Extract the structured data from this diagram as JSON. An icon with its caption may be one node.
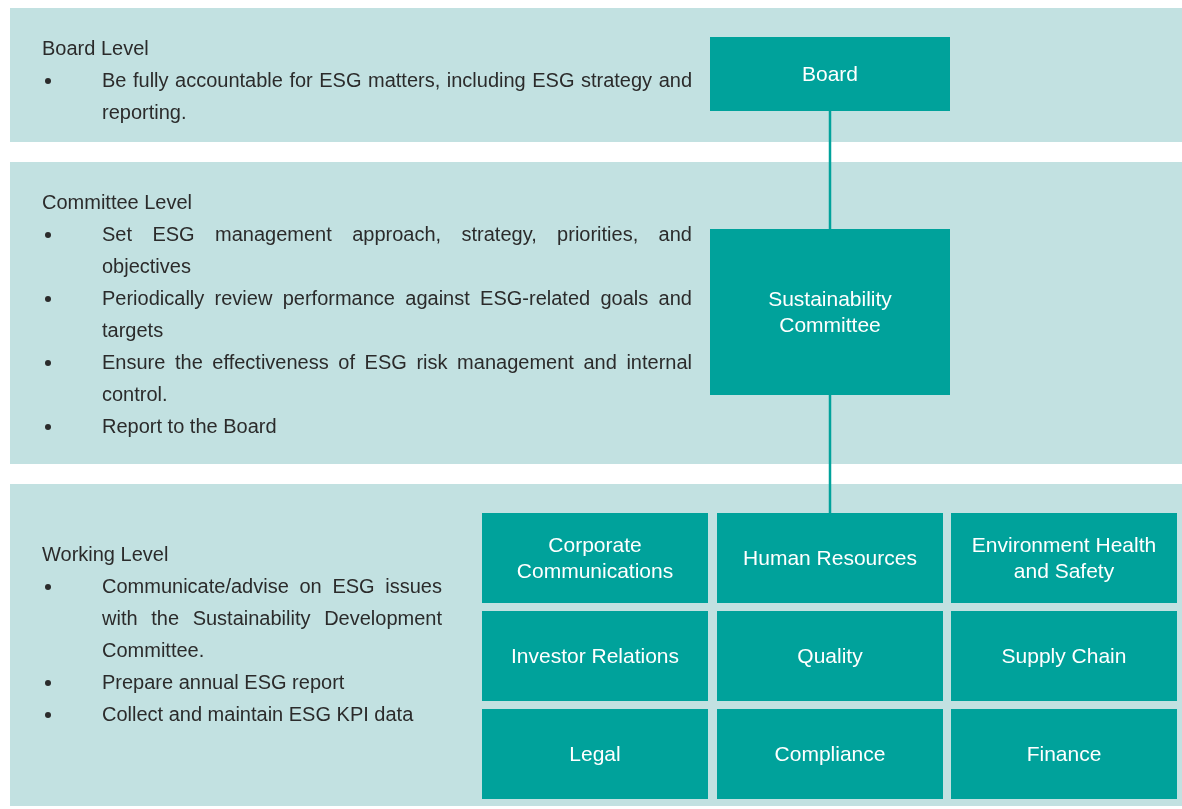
{
  "diagram": {
    "nodes": [
      {
        "text": [
          "Board Level",
          "Be fully accountable for ESG matters, including ESG strategy and reporting."
        ]
      },
      {
        "text": [
          "Board"
        ],
        "in": 0
      },
      {
        "text": [
          "Committee Level",
          "Set ESG management approach, strategy, priorities, and objectives",
          "Periodically review performance against ESG-related goals and targets",
          "Ensure the effectiveness of ESG risk management and internal control.",
          "Report to the Board"
        ]
      },
      {
        "text": [
          "Sustainability Committee"
        ],
        "in": 2
      },
      {
        "text": [
          "Working Level",
          "Communicate/advise on ESG issues with the Sustainability Development Committee.",
          "Prepare annual ESG report",
          "Collect and maintain ESG KPI data"
        ]
      },
      {
        "text": [
          "Corporate Communications"
        ],
        "in": 4
      },
      {
        "text": [
          "Human Resources"
        ],
        "in": 4
      },
      {
        "text": [
          "Environment Health and Safety"
        ],
        "in": 4
      },
      {
        "text": [
          "Investor Relations"
        ],
        "in": 4
      },
      {
        "text": [
          "Quality"
        ],
        "in": 4
      },
      {
        "text": [
          "Supply Chain"
        ],
        "in": 4
      },
      {
        "text": [
          "Legal"
        ],
        "in": 4
      },
      {
        "text": [
          "Compliance"
        ],
        "in": 4
      },
      {
        "text": [
          "Finance"
        ],
        "in": 4
      }
    ],
    "edges": [
      {
        "from": 1,
        "to": 3,
        "arrow": "none"
      },
      {
        "from": 3,
        "to": 6,
        "arrow": "none"
      }
    ]
  }
}
